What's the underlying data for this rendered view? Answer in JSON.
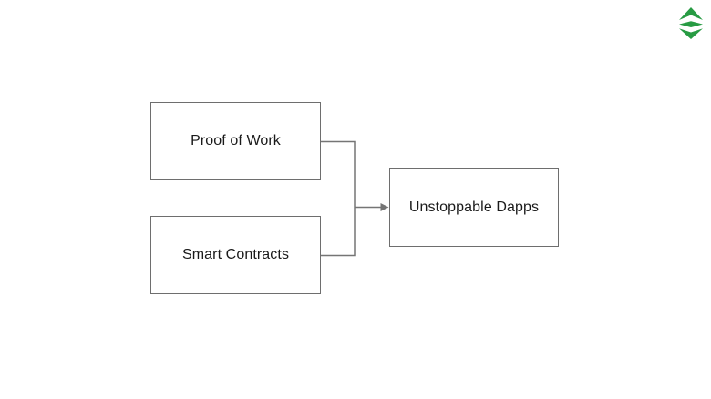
{
  "page": {
    "background_color": "#ffffff"
  },
  "logo": {
    "icon": "ethereum-classic-logo",
    "color": "#279b43"
  },
  "diagram": {
    "connector_color": "#757575",
    "node_border_color": "#6e6e6e",
    "node_fill_color": "#ffffff",
    "text_color": "#1a1a1a",
    "nodes": [
      {
        "id": "proof-of-work",
        "label": "Proof of Work"
      },
      {
        "id": "smart-contracts",
        "label": "Smart Contracts"
      },
      {
        "id": "unstoppable-dapps",
        "label": "Unstoppable Dapps"
      }
    ],
    "edges": [
      {
        "from": "proof-of-work",
        "to": "unstoppable-dapps"
      },
      {
        "from": "smart-contracts",
        "to": "unstoppable-dapps"
      }
    ]
  }
}
